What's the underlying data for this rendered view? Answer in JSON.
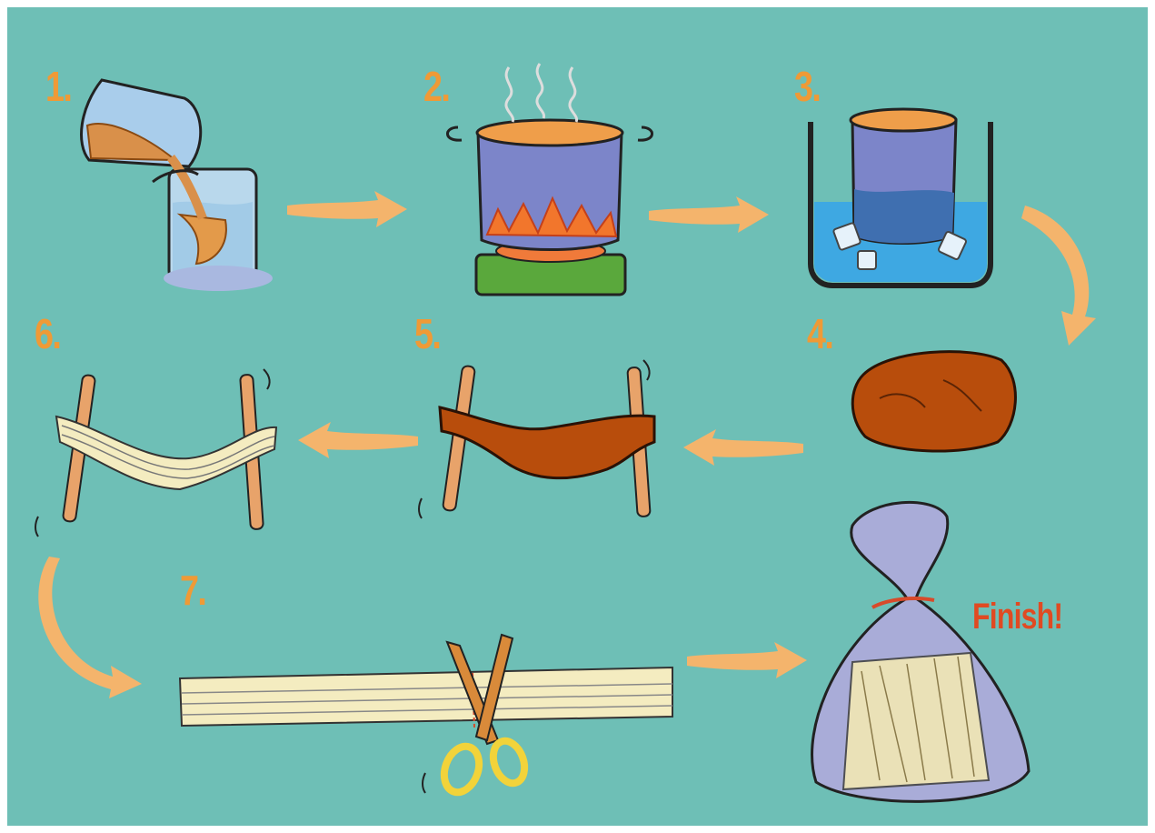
{
  "steps": [
    {
      "number": "1.",
      "icon": "pour-noodles-into-water-icon"
    },
    {
      "number": "2.",
      "icon": "boiling-pot-icon"
    },
    {
      "number": "3.",
      "icon": "ice-bath-pot-icon"
    },
    {
      "number": "4.",
      "icon": "dough-ball-icon"
    },
    {
      "number": "5.",
      "icon": "drying-on-rack-icon"
    },
    {
      "number": "6.",
      "icon": "dried-noodles-on-rack-icon"
    },
    {
      "number": "7.",
      "icon": "cutting-with-scissors-icon"
    }
  ],
  "finish": {
    "label": "Finish!",
    "icon": "tied-bag-of-noodles-icon"
  },
  "colors": {
    "background": "#6ebfb6",
    "step_number": "#ef9a36",
    "finish_text": "#e04a22",
    "arrow": "#f4b46c"
  }
}
